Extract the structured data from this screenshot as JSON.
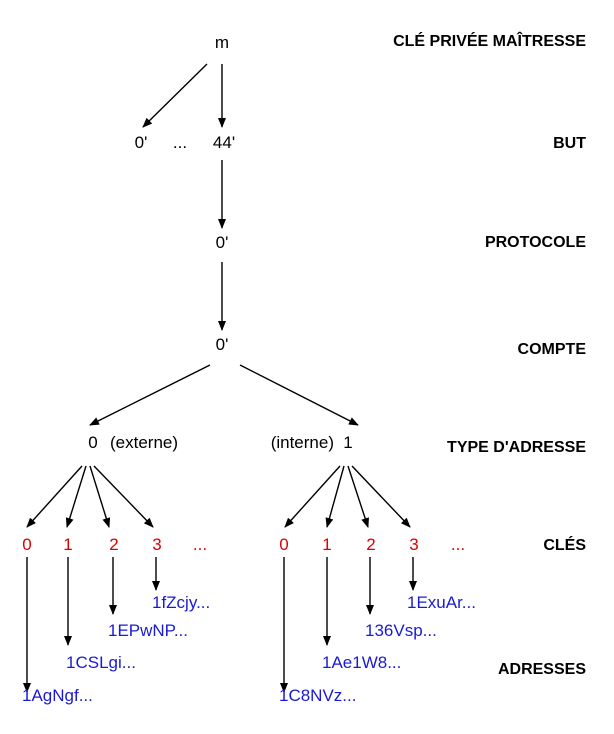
{
  "colors": {
    "text": "#000000",
    "keys": "#dd0000",
    "addresses": "#1a1ad6"
  },
  "levels": {
    "master": "CLÉ PRIVÉE MAÎTRESSE",
    "purpose": "BUT",
    "protocol": "PROTOCOLE",
    "account": "COMPTE",
    "address_type": "TYPE D'ADRESSE",
    "keys": "CLÉS",
    "addresses": "ADRESSES"
  },
  "nodes": {
    "master": "m",
    "purpose_0": "0'",
    "purpose_ellipsis": "...",
    "purpose_44": "44'",
    "protocol": "0'",
    "account": "0'",
    "external_index": "0",
    "external_label": "(externe)",
    "internal_label": "(interne)",
    "internal_index": "1"
  },
  "external_keys": [
    "0",
    "1",
    "2",
    "3",
    "..."
  ],
  "internal_keys": [
    "0",
    "1",
    "2",
    "3",
    "..."
  ],
  "external_addresses": [
    "1AgNgf...",
    "1CSLgi...",
    "1EPwNP...",
    "1fZcjy..."
  ],
  "internal_addresses": [
    "1C8NVz...",
    "1Ae1W8...",
    "136Vsp...",
    "1ExuAr..."
  ]
}
